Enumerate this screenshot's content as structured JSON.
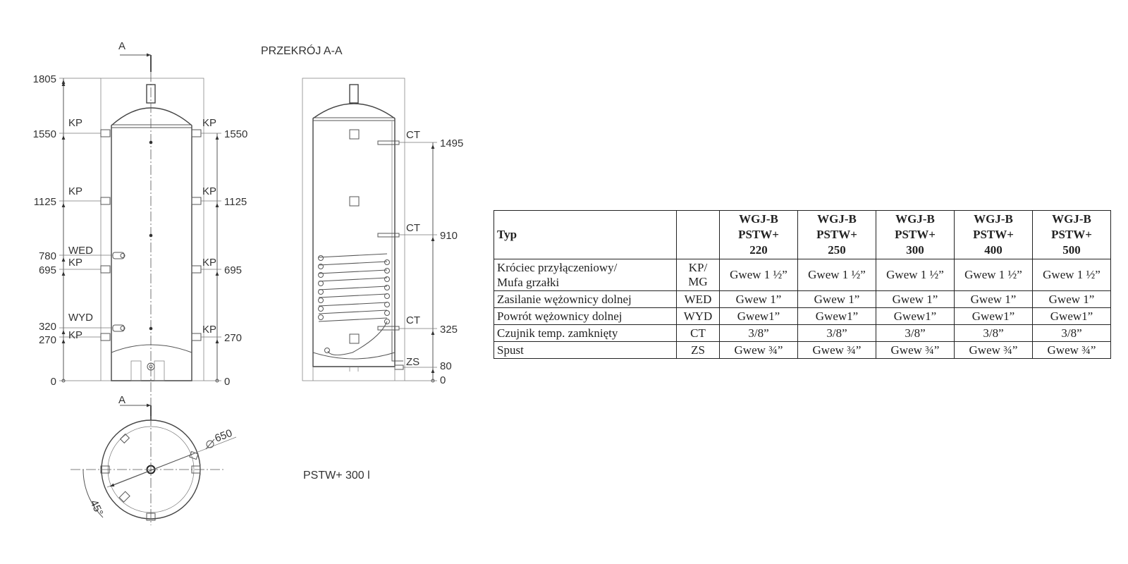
{
  "drawing": {
    "section_marker": "A",
    "section_title": "PRZEKRÓJ A-A",
    "model_caption": "PSTW+ 300 l",
    "front_view": {
      "left_dims": [
        "1805",
        "1550",
        "1125",
        "780",
        "695",
        "320",
        "270",
        "0"
      ],
      "right_dims": [
        "1550",
        "1125",
        "695",
        "270",
        "0"
      ],
      "labels": [
        "KP",
        "KP",
        "KP",
        "KP",
        "KP",
        "KP",
        "KP",
        "KP",
        "WED",
        "WYD"
      ]
    },
    "section_view": {
      "dims": [
        "1495",
        "910",
        "325",
        "80",
        "0"
      ],
      "labels": [
        "CT",
        "CT",
        "CT",
        "ZS"
      ]
    },
    "top_view": {
      "diameter": "650",
      "angle": "45°"
    }
  },
  "table": {
    "header_label": "Typ",
    "models": [
      "WGJ-B\nPSTW+\n220",
      "WGJ-B\nPSTW+\n250",
      "WGJ-B\nPSTW+\n300",
      "WGJ-B\nPSTW+\n400",
      "WGJ-B\nPSTW+\n500"
    ],
    "rows": [
      {
        "name": "Króciec przyłączeniowy/\nMufa grzałki",
        "code": "KP/\nMG",
        "values": [
          "Gwew 1 ½”",
          "Gwew 1 ½”",
          "Gwew 1 ½”",
          "Gwew 1 ½”",
          "Gwew 1 ½”"
        ]
      },
      {
        "name": "Zasilanie wężownicy dolnej",
        "code": "WED",
        "values": [
          "Gwew 1”",
          "Gwew 1”",
          "Gwew 1”",
          "Gwew 1”",
          "Gwew 1”"
        ]
      },
      {
        "name": "Powrót wężownicy dolnej",
        "code": "WYD",
        "values": [
          "Gwew1”",
          "Gwew1”",
          "Gwew1”",
          "Gwew1”",
          "Gwew1”"
        ]
      },
      {
        "name": "Czujnik temp. zamknięty",
        "code": "CT",
        "values": [
          "3/8”",
          "3/8”",
          "3/8”",
          "3/8”",
          "3/8”"
        ]
      },
      {
        "name": "Spust",
        "code": "ZS",
        "values": [
          "Gwew ¾”",
          "Gwew ¾”",
          "Gwew ¾”",
          "Gwew ¾”",
          "Gwew ¾”"
        ]
      }
    ]
  }
}
